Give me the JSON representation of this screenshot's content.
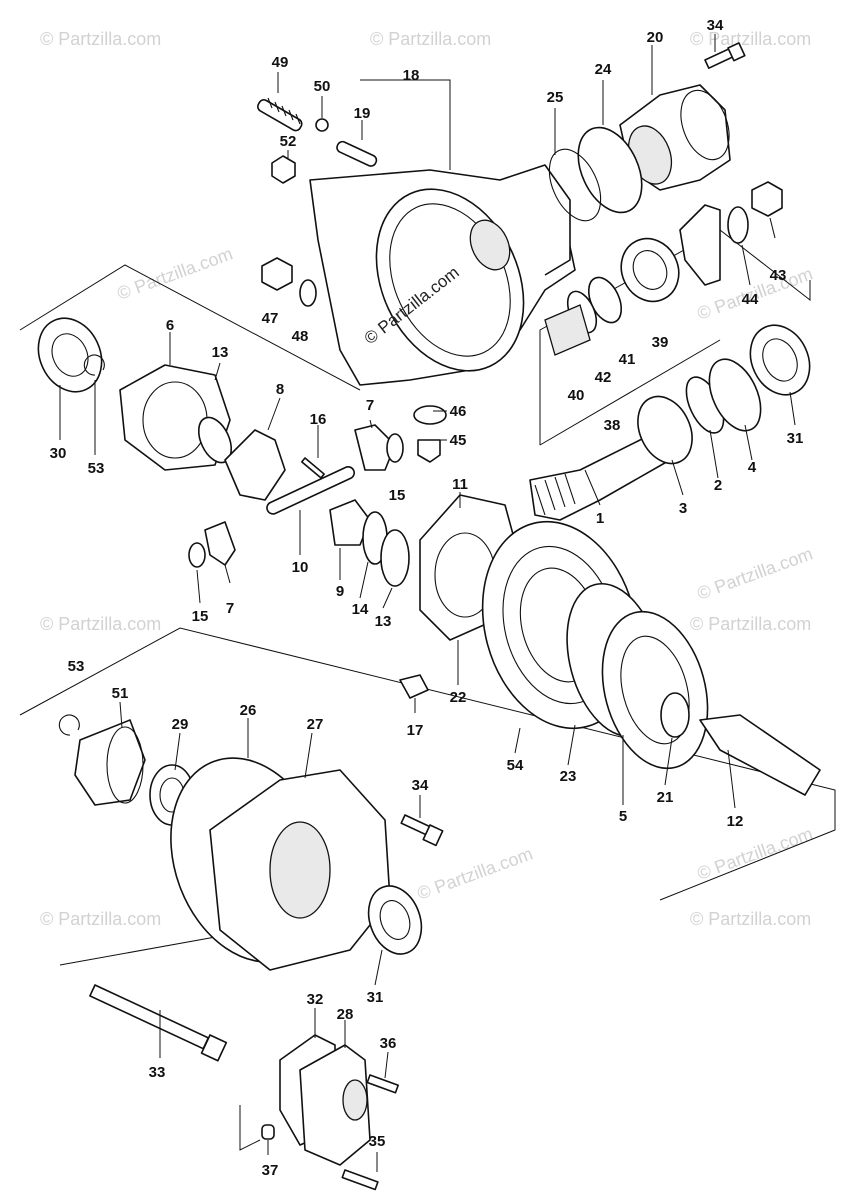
{
  "watermark": {
    "brand": "© Partzilla.com",
    "center": "© Partzilla.com"
  },
  "parts": {
    "p1": "1",
    "p2": "2",
    "p3": "3",
    "p4": "4",
    "p5": "5",
    "p6": "6",
    "p7a": "7",
    "p7b": "7",
    "p8": "8",
    "p9": "9",
    "p10": "10",
    "p11": "11",
    "p12": "12",
    "p13a": "13",
    "p13b": "13",
    "p14": "14",
    "p15a": "15",
    "p15b": "15",
    "p16": "16",
    "p17": "17",
    "p18": "18",
    "p19": "19",
    "p20": "20",
    "p21": "21",
    "p22": "22",
    "p23": "23",
    "p24": "24",
    "p25": "25",
    "p26": "26",
    "p27": "27",
    "p28": "28",
    "p29": "29",
    "p30": "30",
    "p31a": "31",
    "p31b": "31",
    "p32": "32",
    "p33": "33",
    "p34a": "34",
    "p34b": "34",
    "p35": "35",
    "p36": "36",
    "p37": "37",
    "p38": "38",
    "p39": "39",
    "p40": "40",
    "p41": "41",
    "p42": "42",
    "p43": "43",
    "p44": "44",
    "p45": "45",
    "p46": "46",
    "p47": "47",
    "p48": "48",
    "p49": "49",
    "p50": "50",
    "p51": "51",
    "p52": "52",
    "p53a": "53",
    "p53b": "53",
    "p54": "54"
  }
}
